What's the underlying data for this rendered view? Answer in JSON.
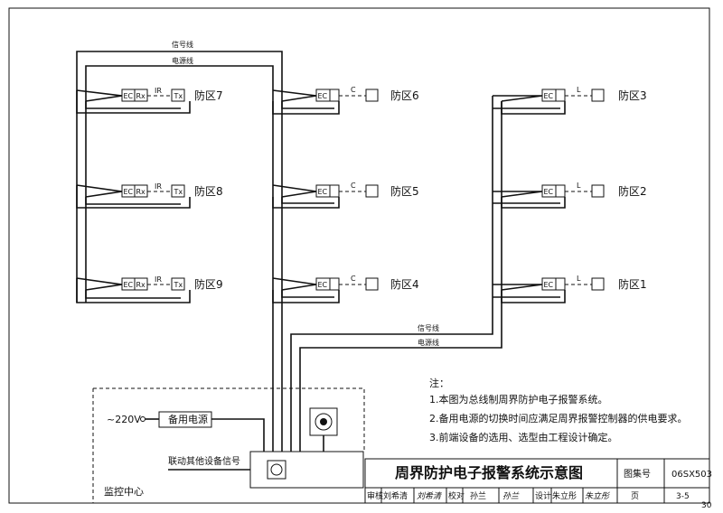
{
  "diagram": {
    "title": "周界防护电子报警系统示意图",
    "top_labels": {
      "signal": "信号线",
      "power": "电源线"
    },
    "lower_labels": {
      "signal": "信号线",
      "power": "电源线"
    },
    "zones_left": [
      {
        "label": "防区7",
        "ec": "EC",
        "rx": "Rx",
        "link": "IR",
        "tx": "Tx"
      },
      {
        "label": "防区8",
        "ec": "EC",
        "rx": "Rx",
        "link": "IR",
        "tx": "Tx"
      },
      {
        "label": "防区9",
        "ec": "EC",
        "rx": "Rx",
        "link": "IR",
        "tx": "Tx"
      }
    ],
    "zones_mid": [
      {
        "label": "防区6",
        "ec": "EC",
        "link": "C"
      },
      {
        "label": "防区5",
        "ec": "EC",
        "link": "C"
      },
      {
        "label": "防区4",
        "ec": "EC",
        "link": "C"
      }
    ],
    "zones_right": [
      {
        "label": "防区3",
        "ec": "EC",
        "link": "L"
      },
      {
        "label": "防区2",
        "ec": "EC",
        "link": "L"
      },
      {
        "label": "防区1",
        "ec": "EC",
        "link": "L"
      }
    ],
    "control": {
      "voltage": "~220V",
      "backup_power": "备用电源",
      "linkage": "联动其他设备信号",
      "center": "监控中心"
    },
    "notes": {
      "heading": "注：",
      "items": [
        "1.本图为总线制周界防护电子报警系统。",
        "2.备用电源的切换时间应满足周界报警控制器的供电要求。",
        "3.前端设备的选用、选型由工程设计确定。"
      ]
    },
    "title_block": {
      "atlas_label": "图集号",
      "atlas_no": "06SX503",
      "review": "审核",
      "reviewer": "刘希清",
      "reviewer_sig": "刘希清",
      "check": "校对",
      "checker": "孙兰",
      "checker_sig": "孙兰",
      "design": "设计",
      "designer": "朱立彤",
      "designer_sig": "朱立彤",
      "page_label": "页",
      "page_no": "3-5"
    },
    "sheet_number": "30"
  }
}
